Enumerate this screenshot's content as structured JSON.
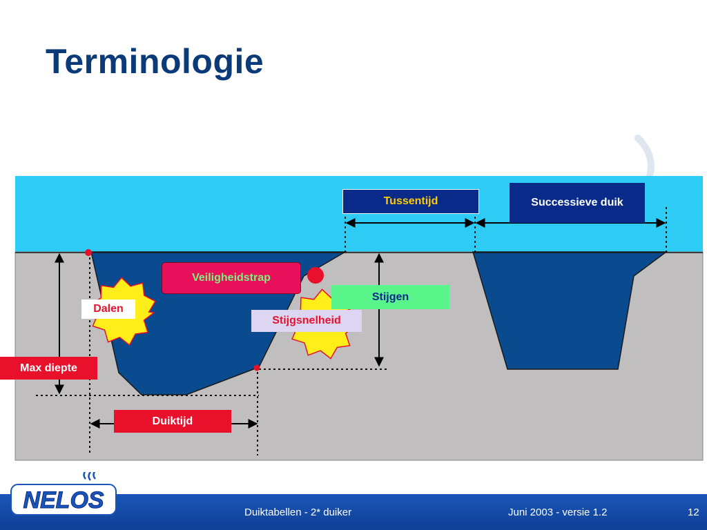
{
  "slide": {
    "title": "Terminologie"
  },
  "labels": {
    "tussentijd": "Tussentijd",
    "successieve": "Successieve duik",
    "veiligheidstrap": "Veiligheidstrap",
    "stijgen": "Stijgen",
    "stijgsnelheid": "Stijgsnelheid",
    "dalen": "Dalen",
    "max_diepte": "Max diepte",
    "duiktijd": "Duiktijd"
  },
  "footer": {
    "center_text": "Duiktabellen - 2* duiker",
    "right_text": "Juni 2003 - versie 1.2",
    "page_number": "12"
  },
  "logo": {
    "text": "NELOS"
  },
  "colors": {
    "sky": "#2ecbf5",
    "ground": "#c0bebe",
    "water": "#0a4a8e",
    "navy_label": "#0a2a8a",
    "red_label": "#e8102a",
    "pink_label": "#e8105a",
    "green_label": "#59f48a",
    "lavender_label": "#dcd6f2",
    "star": "#ffee1a",
    "title": "#0a3a78"
  }
}
